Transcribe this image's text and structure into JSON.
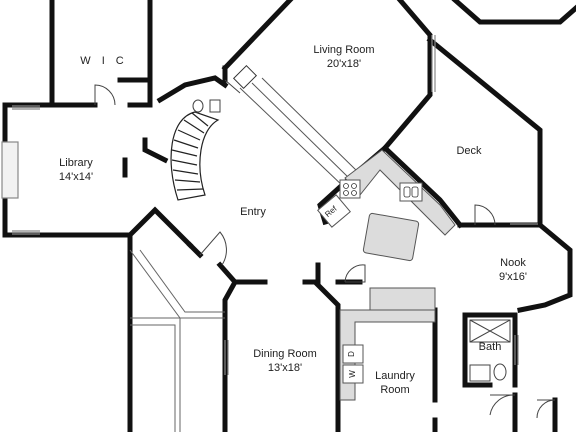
{
  "rooms": {
    "wic": {
      "name": "W I C"
    },
    "library": {
      "name": "Library",
      "dims": "14'x14'"
    },
    "living": {
      "name": "Living Room",
      "dims": "20'x18'"
    },
    "deck": {
      "name": "Deck"
    },
    "entry": {
      "name": "Entry"
    },
    "nook": {
      "name": "Nook",
      "dims": "9'x16'"
    },
    "bath": {
      "name": "Bath"
    },
    "dining": {
      "name": "Dining Room",
      "dims": "13'x18'"
    },
    "laundry": {
      "name": "Laundry Room"
    }
  },
  "fixtures": {
    "ref": "Ref",
    "dryer": "D",
    "washer": "W"
  },
  "colors": {
    "wall": "#111111",
    "fixture_fill": "#dcdcdc",
    "fixture_stroke": "#555555",
    "background": "#ffffff"
  }
}
